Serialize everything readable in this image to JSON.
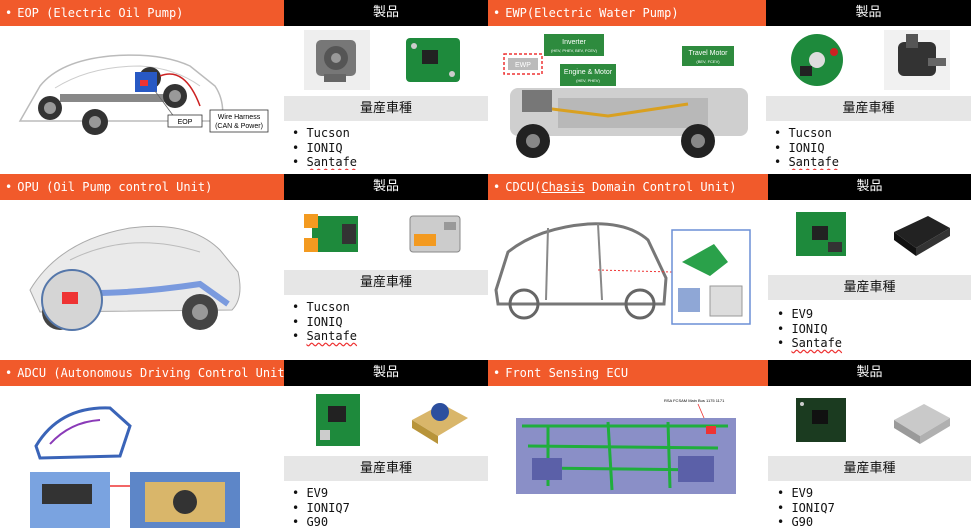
{
  "sections": [
    {
      "id": "eop",
      "title": "EOP (Electric Oil Pump)",
      "product_label": "製品",
      "mass_label": "量産車種",
      "vehicles": [
        "Tucson",
        "IONIQ",
        "Santafe"
      ],
      "callouts": {
        "a": "EOP",
        "b1": "Wire Harness",
        "b2": "(CAN & Power)"
      }
    },
    {
      "id": "ewp",
      "title": "EWP(Electric Water Pump)",
      "product_label": "製品",
      "mass_label": "量産車種",
      "vehicles": [
        "Tucson",
        "IONIQ",
        "Santafe"
      ],
      "callouts": {
        "ewp": "EWP",
        "inv": "Inverter",
        "inv_sub": "(HEV, PHEV, BEV, FCEV)",
        "eng": "Engine & Motor",
        "eng_sub": "(HEV, PHEV)",
        "tm": "Travel Motor",
        "tm_sub": "(BEV, FCEV)"
      }
    },
    {
      "id": "opu",
      "title": "OPU (Oil Pump control Unit)",
      "product_label": "製品",
      "mass_label": "量産車種",
      "vehicles": [
        "Tucson",
        "IONIQ",
        "Santafe"
      ]
    },
    {
      "id": "cdcu",
      "title_pre": "CDCU(",
      "title_under": "Chasis",
      "title_post": " Domain Control Unit)",
      "product_label": "製品",
      "mass_label": "量産車種",
      "vehicles": [
        "EV9",
        "IONIQ",
        "Santafe"
      ]
    },
    {
      "id": "adcu",
      "title": "ADCU (Autonomous Driving Control Unit)",
      "product_label": "製品",
      "mass_label": "量産車種",
      "vehicles": [
        "EV9",
        "IONIQ7",
        "G90"
      ]
    },
    {
      "id": "fsecu",
      "title": "Front Sensing ECU",
      "product_label": "製品",
      "mass_label": "量産車種",
      "vehicles": [
        "EV9",
        "IONIQ7",
        "G90"
      ],
      "callouts": {
        "note": "RSA FCSAM Main Bus 1175 1171"
      }
    }
  ],
  "colors": {
    "header_orange": "#f15a2b",
    "product_black": "#000000",
    "mass_gray": "#e6e6e6",
    "pcb_green": "#1e8a3c"
  }
}
